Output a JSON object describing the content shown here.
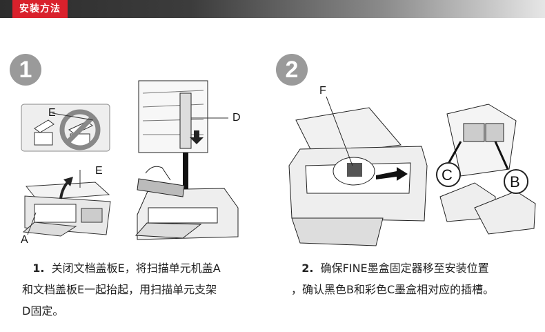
{
  "header": {
    "title": "安装方法"
  },
  "steps": [
    {
      "number": "1",
      "labels": {
        "e_small": "E",
        "e_top": "E",
        "a": "A",
        "d": "D"
      },
      "caption": {
        "num": "1",
        "dot": ".",
        "line1": "关闭文档盖板E，将扫描单元机盖A",
        "line2": "和文档盖板E一起抬起，用扫描单元支架",
        "line3": "D固定。"
      }
    },
    {
      "number": "2",
      "labels": {
        "f": "F",
        "c": "C",
        "b": "B"
      },
      "caption": {
        "num": "2",
        "dot": ".",
        "line1": "确保FINE墨盒固定器移至安装位置",
        "line2": "，确认黑色B和彩色C墨盒相对应的插槽。"
      }
    }
  ],
  "colors": {
    "accent": "#d9212c",
    "step_badge": "#9a9a9a"
  }
}
